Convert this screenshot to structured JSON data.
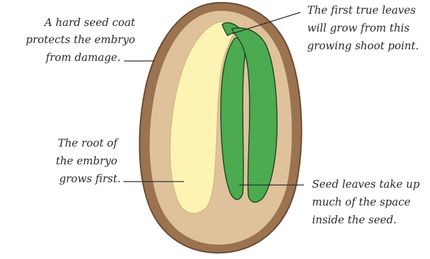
{
  "labels": {
    "seed_coat": [
      "A hard seed coat",
      "protects the embryo",
      "from damage."
    ],
    "shoot_point": [
      "The first true leaves",
      "will grow from this",
      "growing shoot point."
    ],
    "root": [
      "The root of",
      "the embryo",
      "grows first."
    ],
    "seed_leaves": [
      "Seed leaves take up",
      "much of the space",
      "inside the seed."
    ]
  },
  "colors": {
    "seed_coat": "#9b7350",
    "seed_coat_outline": "#6b4a31",
    "inner_tissue": "#dfc29c",
    "root": "#fdf4b4",
    "root_outline": "#d2bc83",
    "seed_leaf": "#4caa50",
    "seed_leaf_outline": "#1f4a22",
    "leader_line": "#2b2b2b"
  }
}
